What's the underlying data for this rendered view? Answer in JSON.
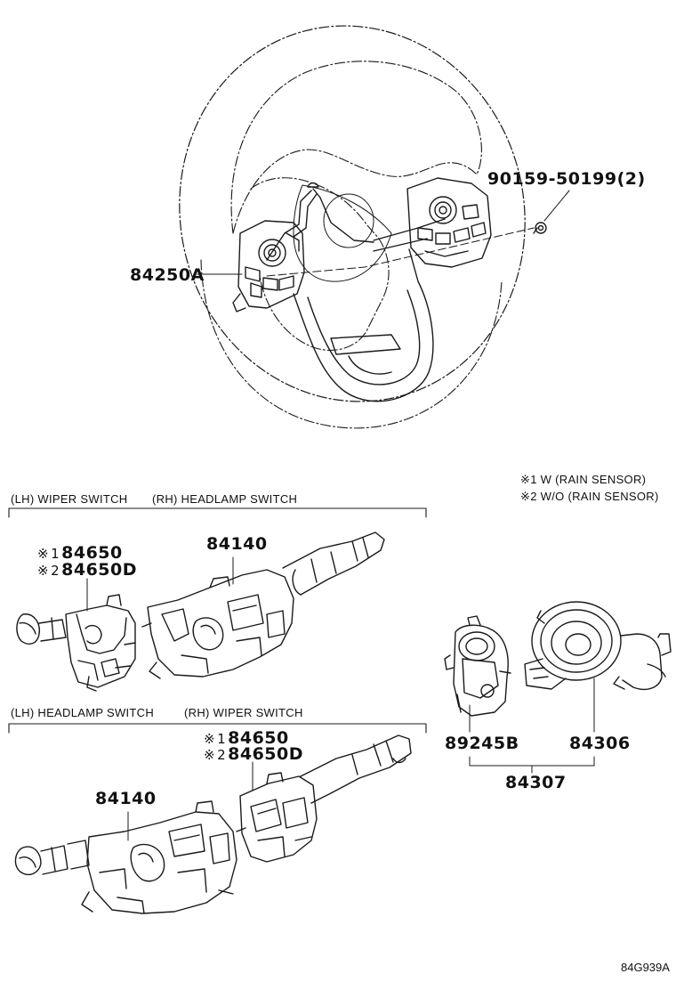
{
  "steering": {
    "bolt_label": "90159-50199(2)",
    "switch_label": "84250A"
  },
  "notes": {
    "mark": "※",
    "n1_num": "1",
    "n1_text": "W (RAIN SENSOR)",
    "n2_num": "2",
    "n2_text": "W/O (RAIN SENSOR)"
  },
  "group_a": {
    "title_lh": "(LH) WIPER SWITCH",
    "title_rh": "(RH) HEADLAMP SWITCH",
    "wiper_num1": "1",
    "wiper_part1": "84650",
    "wiper_num2": "2",
    "wiper_part2": "84650D",
    "headlamp_part": "84140"
  },
  "group_b": {
    "title_lh": "(LH) HEADLAMP SWITCH",
    "title_rh": "(RH) WIPER SWITCH",
    "wiper_num1": "1",
    "wiper_part1": "84650",
    "wiper_num2": "2",
    "wiper_part2": "84650D",
    "headlamp_part": "84140"
  },
  "spiral": {
    "sensor_part": "89245B",
    "cable_part": "84306",
    "assy_part": "84307"
  },
  "ref_code": "84G939A"
}
